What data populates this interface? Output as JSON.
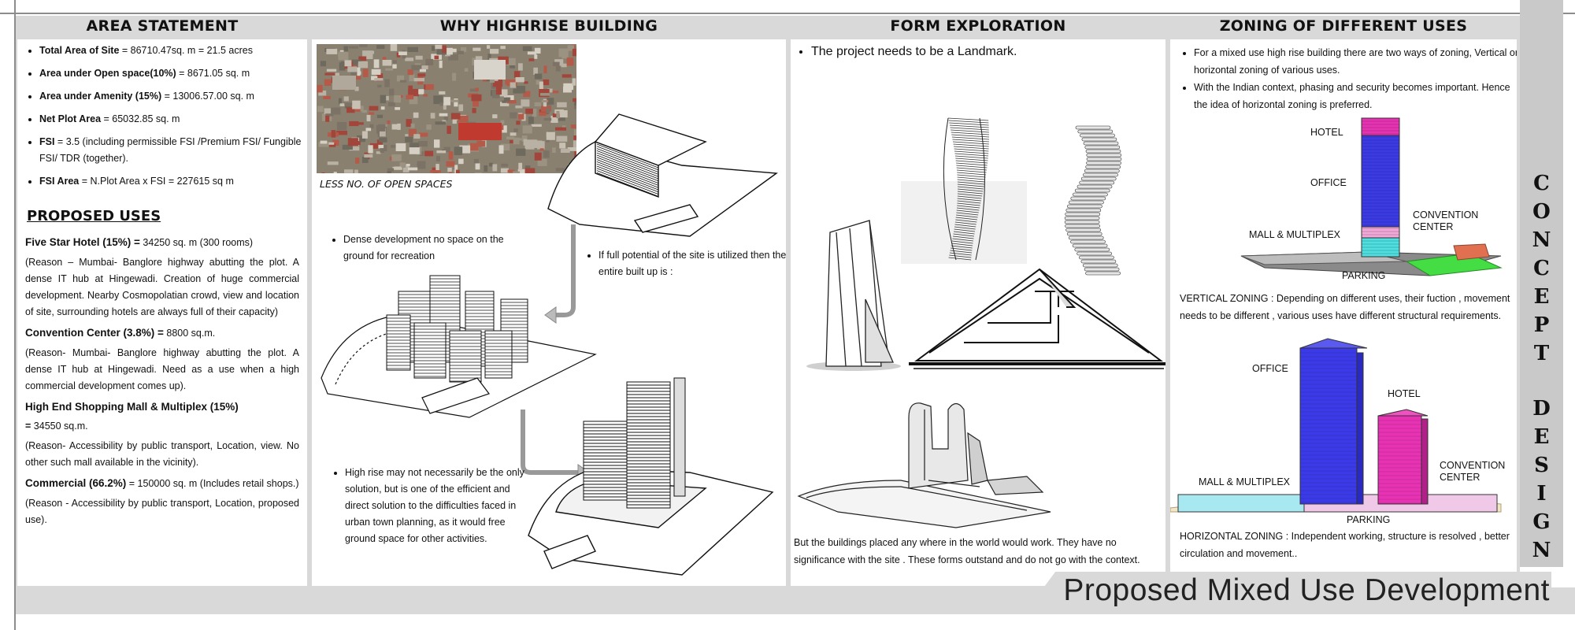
{
  "headers": {
    "area_statement": "AREA STATEMENT",
    "why_highrise": "WHY HIGHRISE BUILDING",
    "form_exploration": "FORM EXPLORATION",
    "zoning": "ZONING OF DIFFERENT USES"
  },
  "area_statement": {
    "items": [
      {
        "label": "Total Area of Site",
        "value": " = 86710.47sq. m = 21.5 acres"
      },
      {
        "label": "Area under Open space(10%)",
        "value": " = 8671.05 sq. m"
      },
      {
        "label": "Area under Amenity (15%)",
        "value": " = 13006.57.00 sq. m"
      },
      {
        "label": "Net Plot Area",
        "value": " = 65032.85 sq. m"
      },
      {
        "label": "FSI",
        "value": " = 3.5 (including permissible FSI /Premium FSI/ Fungible FSI/ TDR (together)."
      },
      {
        "label": "FSI Area",
        "value": " = N.Plot Area x FSI = 227615 sq m"
      }
    ]
  },
  "proposed_uses": {
    "title": "PROPOSED USES",
    "hotel_label": "Five Star Hotel (15%) =",
    "hotel_value": " 34250 sq. m (300 rooms)",
    "hotel_reason": "(Reason – Mumbai- Banglore highway abutting the plot. A dense IT hub at Hingewadi. Creation of huge commercial development. Nearby Cosmopolatian crowd, view and location of site, surrounding hotels are always full of their capacity)",
    "convention_label": "Convention Center (3.8%) =",
    "convention_value": " 8800 sq.m.",
    "convention_reason": "(Reason- Mumbai- Banglore highway abutting the plot. A dense IT hub at Hingewadi. Need as a use when a high commercial development comes up).",
    "mall_label": "High End Shopping Mall & Multiplex (15%)",
    "mall_value_eq": " =",
    "mall_value": " 34550 sq.m.",
    "mall_reason": "(Reason- Accessibility by public transport, Location, view. No other such mall available in the vicinity).",
    "commercial_label": "Commercial (66.2%)",
    "commercial_value": " = 150000 sq. m  (Includes retail shops.)",
    "commercial_reason": "(Reason - Accessibility by public transport, Location, proposed use)."
  },
  "why_highrise": {
    "photo_caption": "LESS NO. OF OPEN SPACES",
    "bullet_dense": "Dense development no space on the ground for recreation",
    "bullet_full_potential": "If full potential of the site is utilized then the entire built up is :",
    "bullet_highrise": "High rise may not necessarily be the only  solution, but is one of the efficient and direct solution to the difficulties faced in urban town planning, as it would free ground space for other activities."
  },
  "form_exploration": {
    "landmark": "The project needs to be a Landmark.",
    "note": "But the buildings placed any where in the world would work. They have no significance with the site . These forms outstand and do not go with the context."
  },
  "zoning": {
    "bullet1": "For a mixed use high rise building there are two ways of zoning, Vertical or horizontal zoning of various uses.",
    "bullet2": "With the Indian context, phasing and security becomes important. Hence the idea of horizontal zoning is preferred.",
    "v_hotel": "HOTEL",
    "v_office": "OFFICE",
    "v_convention_1": "CONVENTION",
    "v_convention_2": "CENTER",
    "v_mall": "MALL & MULTIPLEX",
    "v_parking": "PARKING",
    "vertical_text": "VERTICAL ZONING : Depending on different uses, their fuction , movement needs to be different , various uses have different structural requirements.",
    "h_office": "OFFICE",
    "h_hotel": "HOTEL",
    "h_convention_1": "CONVENTION",
    "h_convention_2": "CENTER",
    "h_mall": "MALL & MULTIPLEX",
    "h_parking": "PARKING",
    "horizontal_text": "HORIZONTAL ZONING : Independent working, structure is resolved , better circulation and movement.."
  },
  "side_title": {
    "word1": [
      "C",
      "O",
      "N",
      "C",
      "E",
      "P",
      "T"
    ],
    "word2": [
      "D",
      "E",
      "S",
      "I",
      "G",
      "N"
    ]
  },
  "footer_title": "Proposed Mixed Use Development",
  "colors": {
    "hotel": "#e832b4",
    "office": "#3a3ae8",
    "convention": "#4ee0e0",
    "parking": "#44dd44",
    "band": "#d9d9d9"
  }
}
